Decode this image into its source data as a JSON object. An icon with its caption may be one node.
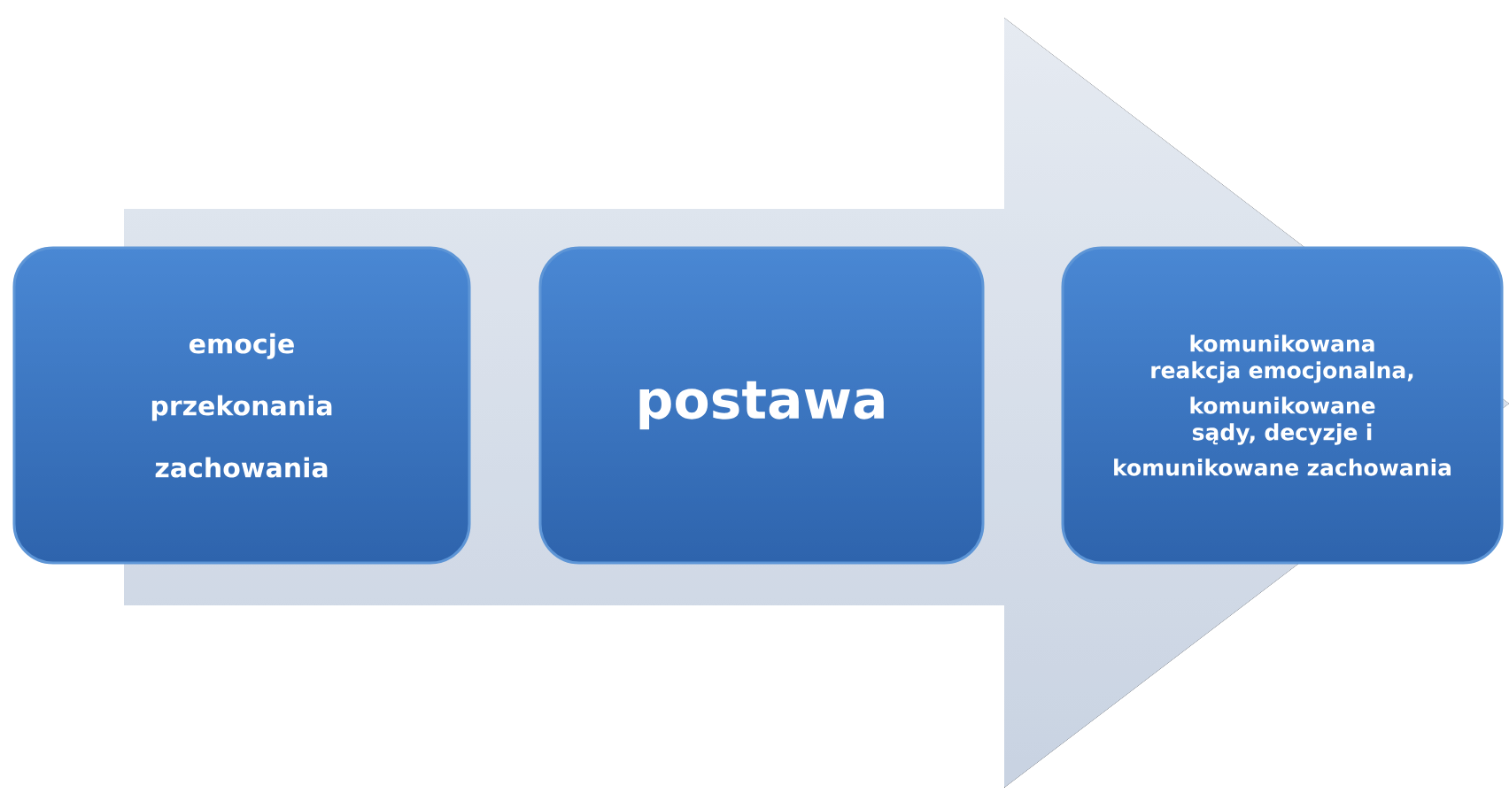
{
  "diagram": {
    "nodes": [
      {
        "text": [
          "emocje",
          "przekonania",
          "zachowania"
        ]
      },
      {
        "text": [
          "postawa"
        ]
      },
      {
        "text": [
          "komunikowana reakcja emocjonalna,",
          "komunikowane sądy, decyzje i",
          "komunikowane zachowania"
        ]
      }
    ],
    "edges": [
      {
        "from": 0,
        "to": 2,
        "arrow": "to"
      }
    ]
  }
}
